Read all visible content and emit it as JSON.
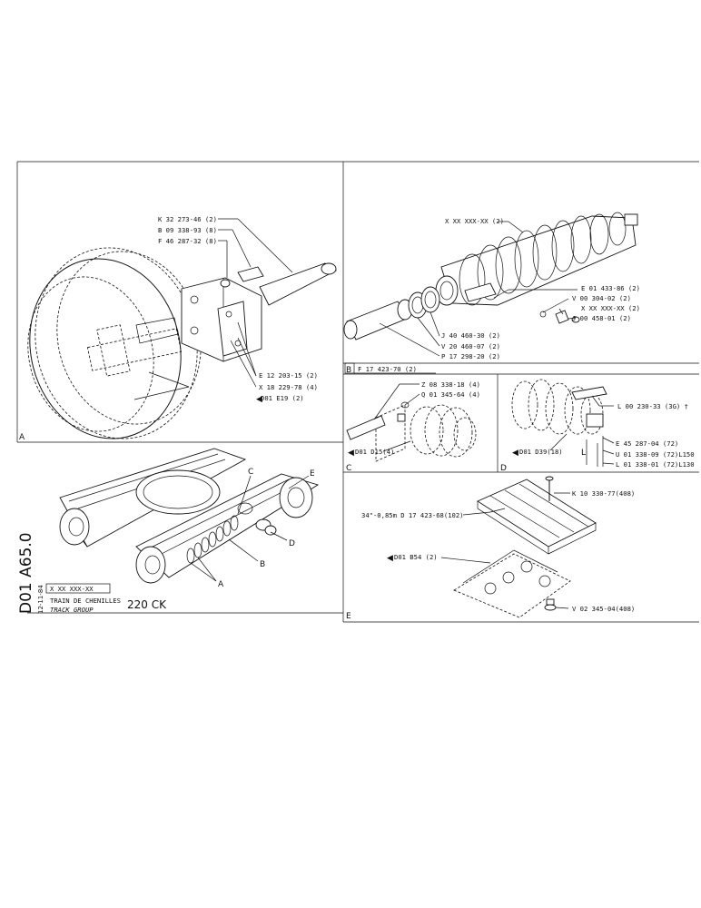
{
  "document": {
    "code": "D01 A65.0",
    "date": "12-11-84",
    "part_ref": "X XX XXX-XX",
    "title_fr": "TRAIN DE CHENILLES",
    "title_en": "TRACK GROUP",
    "model": "220 CK"
  },
  "sections": {
    "A": {
      "letter": "A",
      "callouts": [
        "K 32 273-46 (2)",
        "B 09 338-93 (8)",
        "F 46 287-32 (8)",
        "E 12 203-15 (2)",
        "X 18 229-78 (4)"
      ],
      "ref": "D01 E19 (2)"
    },
    "B": {
      "letter": "B",
      "header": "F 17 423-70 (2)",
      "callouts_top": [
        "X XX XXX-XX (2)"
      ],
      "callouts_right": [
        "E 01 433-86 (2)",
        "V 00 304-02 (2)",
        "X XX XXX-XX (2)",
        "J 00 458-01 (2)"
      ],
      "callouts_bottom": [
        "J 40 460-30 (2)",
        "V 20 460-07 (2)",
        "P 17 298-20 (2)"
      ]
    },
    "C": {
      "letter": "C",
      "callouts": [
        "Z 08 338-18 (4)",
        "Q 01 345-64 (4)"
      ],
      "ref": "D01 D15(4)"
    },
    "D": {
      "letter": "D",
      "callout_top": "L 00 230-33 (3G) †",
      "callouts": [
        "E 45 287-04 (72)",
        "U 01 338-09 (72)L150",
        "L 01 338-01 (72)L130"
      ],
      "ref": "D01 D39(18)",
      "dim_label": "L"
    },
    "E": {
      "letter": "E",
      "bolt": "K 10 330-77(408)",
      "shoe": "34\"-0,85m  D 17 423-68(102)",
      "ref": "D01 B54 (2)",
      "nut": "V 02 345-04(408)"
    },
    "overview": {
      "labels": [
        "A",
        "B",
        "C",
        "D",
        "E"
      ]
    }
  }
}
